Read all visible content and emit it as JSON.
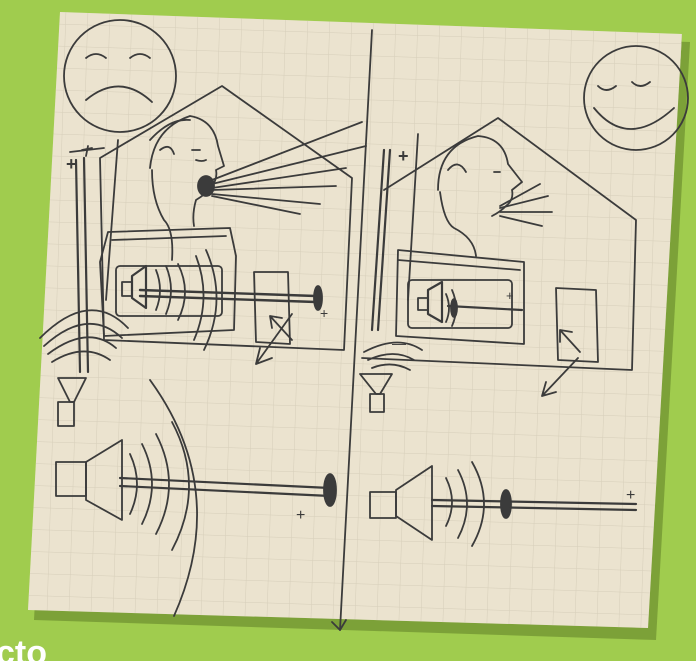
{
  "scene": {
    "background_color": "#9cc94a",
    "paper_color": "#e9e2d0",
    "grid_color": "#cfc7b3",
    "ink_color": "#3a3a3a"
  },
  "left_panel": {
    "face": "sad",
    "plus_label_top": "+",
    "plus_label_rod": "+"
  },
  "right_panel": {
    "face": "happy",
    "plus_label_top": "+",
    "minus_label": "—",
    "plus_label_radio": "+",
    "plus_label_rod": "+"
  },
  "corner_text": "cto"
}
